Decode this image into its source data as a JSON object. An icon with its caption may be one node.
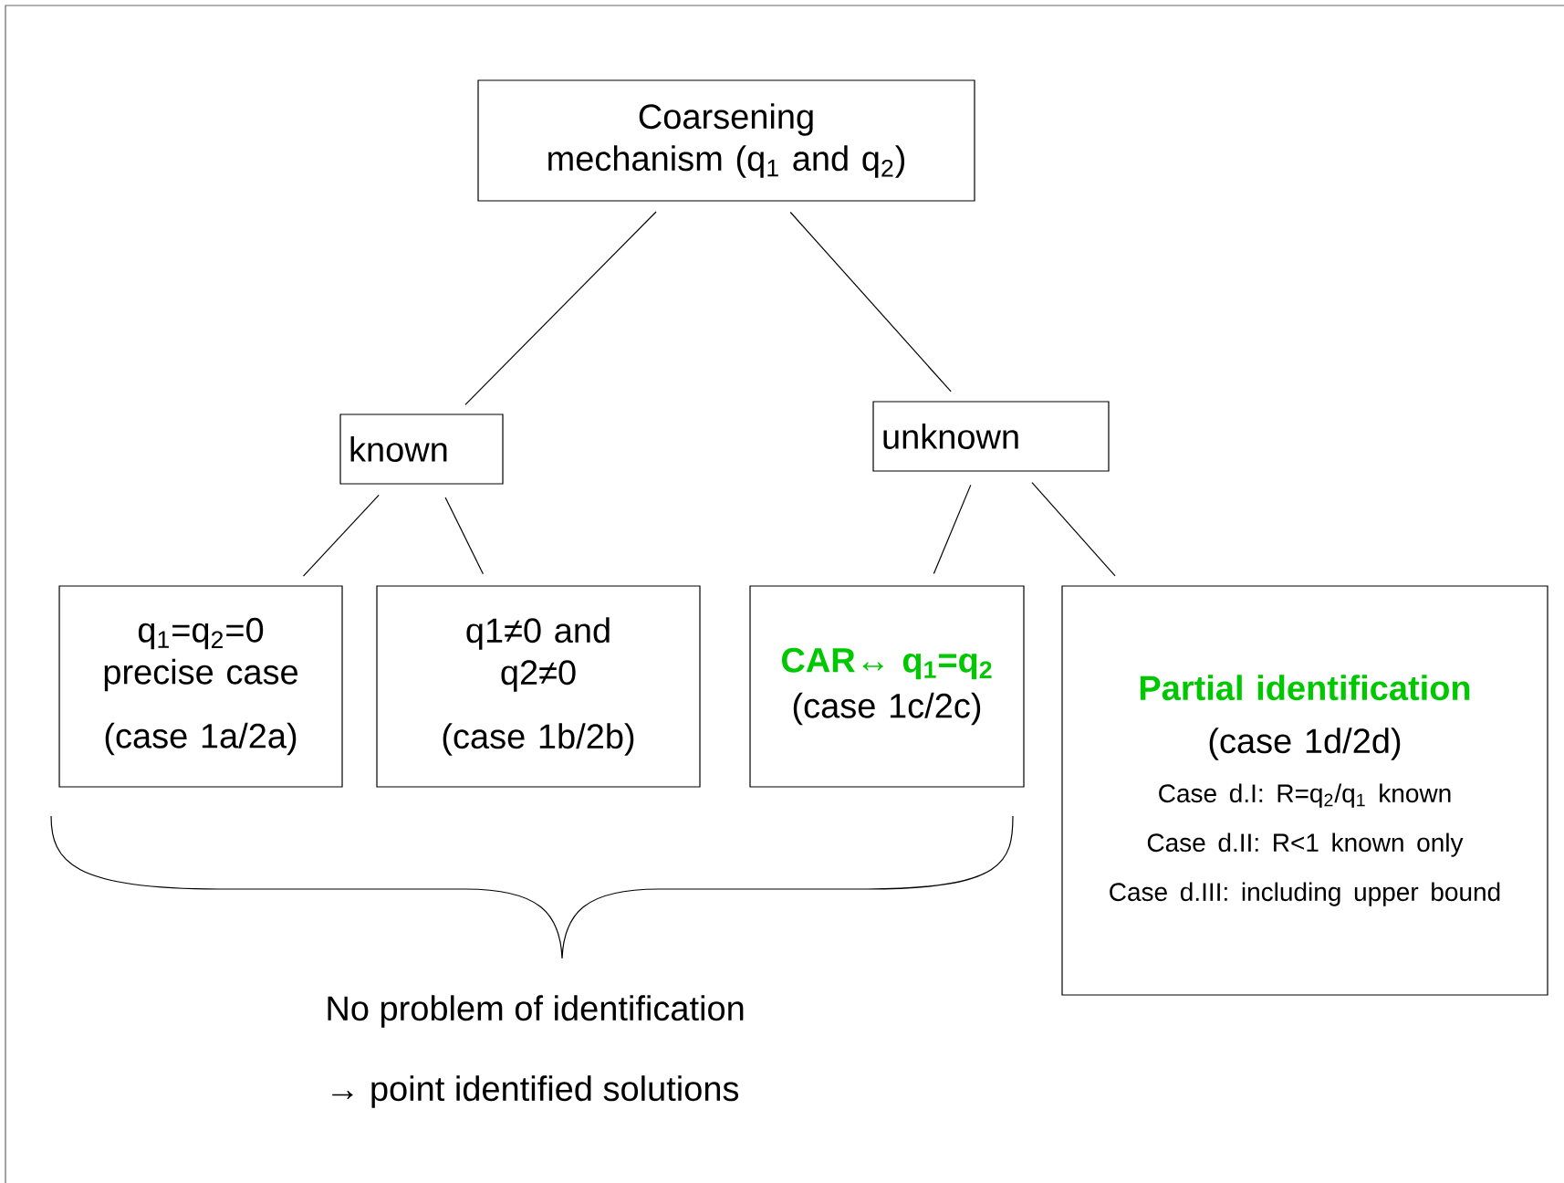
{
  "diagram": {
    "nodes": [
      {
        "text": [
          "Coarsening mechanism (q$_{1}$ and q$_{2}$)"
        ]
      },
      {
        "text": [
          "known"
        ]
      },
      {
        "text": [
          "unknown"
        ]
      },
      {
        "text": [
          "q$_{1}$=q$_{2}$=0 precise case",
          "(case 1a/2a)"
        ]
      },
      {
        "text": [
          "q1≠0 and q2≠0",
          "(case 1b/2b)"
        ]
      },
      {
        "text": [
          "CAR↔ q$_{1}$=q$_{2}$",
          "(case 1c/2c)"
        ]
      },
      {
        "text": [
          "Partial identification",
          "(case 1d/2d)",
          "Case d.I: R=q$_{2}$/q$_{1}$ known",
          "Case d.II: R<1 known only",
          "Case d.III: including upper bound"
        ]
      }
    ],
    "edges": [
      {
        "from": 0,
        "to": 1,
        "arrow": "none"
      },
      {
        "from": 0,
        "to": 2,
        "arrow": "none"
      },
      {
        "from": 1,
        "to": 3,
        "arrow": "none"
      },
      {
        "from": 1,
        "to": 4,
        "arrow": "none"
      },
      {
        "from": 2,
        "to": 5,
        "arrow": "none"
      },
      {
        "from": 2,
        "to": 6,
        "arrow": "none"
      }
    ],
    "labels": [
      "No problem of identification",
      "→ point identified solutions"
    ]
  }
}
